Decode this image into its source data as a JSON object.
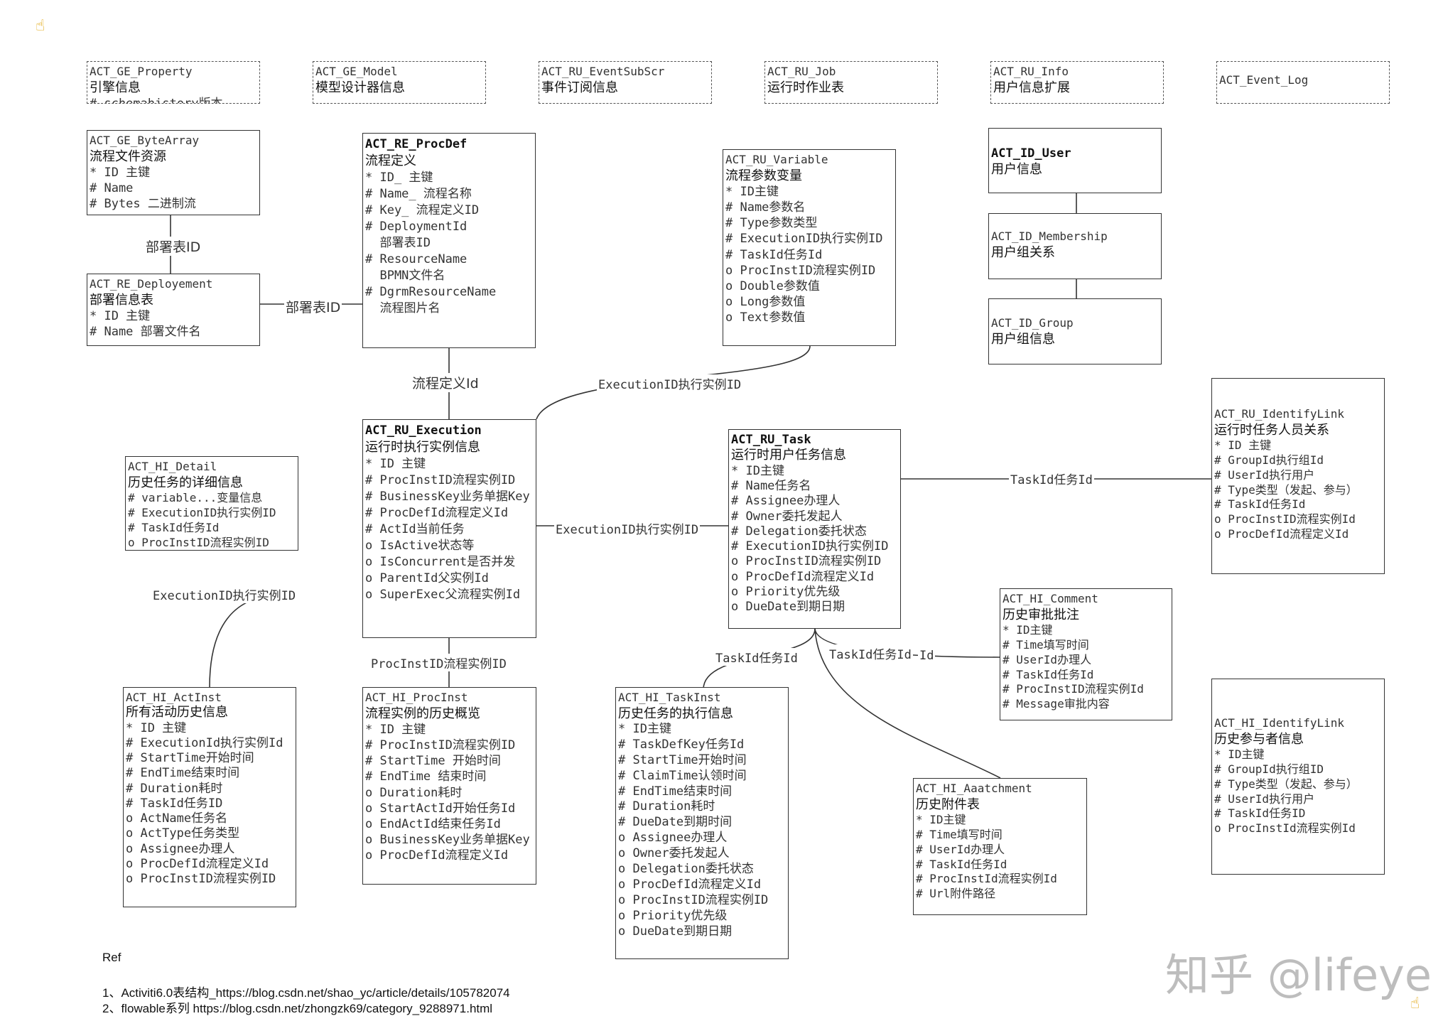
{
  "boxes": {
    "ge_property": {
      "title": "ACT_GE_Property",
      "subtitle": "引擎信息",
      "fields": [
        "# schemahistory版本"
      ]
    },
    "ge_model": {
      "title": "ACT_GE_Model",
      "subtitle": "模型设计器信息",
      "fields": []
    },
    "ru_eventsubscr": {
      "title": "ACT_RU_EventSubScr",
      "subtitle": "事件订阅信息",
      "fields": []
    },
    "ru_job": {
      "title": "ACT_RU_Job",
      "subtitle": "运行时作业表",
      "fields": []
    },
    "ru_info": {
      "title": "ACT_RU_Info",
      "subtitle": "用户信息扩展",
      "fields": []
    },
    "event_log": {
      "title": "ACT_Event_Log",
      "subtitle": "",
      "fields": []
    },
    "ge_bytearray": {
      "title": "ACT_GE_ByteArray",
      "subtitle": "流程文件资源",
      "fields": [
        "* ID 主键",
        "# Name",
        "# Bytes 二进制流"
      ]
    },
    "re_deployment": {
      "title": "ACT_RE_Deployement",
      "subtitle": "部署信息表",
      "fields": [
        "* ID 主键",
        "# Name 部署文件名"
      ]
    },
    "re_procdef": {
      "title": "ACT_RE_ProcDef",
      "subtitle": "流程定义",
      "fields": [
        "* ID_ 主键",
        "# Name_ 流程名称",
        "# Key_ 流程定义ID",
        "# DeploymentId",
        "  部署表ID",
        "# ResourceName",
        "  BPMN文件名",
        "# DgrmResourceName",
        "  流程图片名"
      ]
    },
    "ru_variable": {
      "title": "ACT_RU_Variable",
      "subtitle": "流程参数变量",
      "fields": [
        "* ID主键",
        "# Name参数名",
        "# Type参数类型",
        "# ExecutionID执行实例ID",
        "# TaskId任务Id",
        "o ProcInstID流程实例ID",
        "o Double参数值",
        "o Long参数值",
        "o Text参数值"
      ]
    },
    "id_user": {
      "title": "ACT_ID_User",
      "subtitle": "用户信息",
      "fields": []
    },
    "id_membership": {
      "title": "ACT_ID_Membership",
      "subtitle": "用户组关系",
      "fields": []
    },
    "id_group": {
      "title": "ACT_ID_Group",
      "subtitle": "用户组信息",
      "fields": []
    },
    "hi_detail": {
      "title": "ACT_HI_Detail",
      "subtitle": "历史任务的详细信息",
      "fields": [
        "# variable...变量信息",
        "# ExecutionID执行实例ID",
        "# TaskId任务Id",
        "o ProcInstID流程实例ID"
      ]
    },
    "ru_execution": {
      "title": "ACT_RU_Execution",
      "subtitle": "运行时执行实例信息",
      "fields": [
        "* ID 主键",
        "# ProcInstID流程实例ID",
        "# BusinessKey业务单据Key",
        "# ProcDefId流程定义Id",
        "# ActId当前任务",
        "o IsActive状态等",
        "o IsConcurrent是否并发",
        "o ParentId父实例Id",
        "o SuperExec父流程实例Id"
      ]
    },
    "ru_task": {
      "title": "ACT_RU_Task",
      "subtitle": "运行时用户任务信息",
      "fields": [
        "* ID主键",
        "# Name任务名",
        "# Assignee办理人",
        "# Owner委托发起人",
        "# Delegation委托状态",
        "# ExecutionID执行实例ID",
        "o ProcInstID流程实例ID",
        "o ProcDefId流程定义Id",
        "o Priority优先级",
        "o DueDate到期日期"
      ]
    },
    "ru_identitylink": {
      "title": "ACT_RU_IdentifyLink",
      "subtitle": "运行时任务人员关系",
      "fields": [
        "* ID 主键",
        "# GroupId执行组Id",
        "# UserId执行用户",
        "# Type类型（发起、参与）",
        "# TaskId任务Id",
        "o ProcInstID流程实例Id",
        "o ProcDefId流程定义Id"
      ]
    },
    "hi_comment": {
      "title": "ACT_HI_Comment",
      "subtitle": "历史审批批注",
      "fields": [
        "* ID主键",
        "# Time填写时间",
        "# UserId办理人",
        "# TaskId任务Id",
        "# ProcInstID流程实例Id",
        "# Message审批内容"
      ]
    },
    "hi_actinst": {
      "title": "ACT_HI_ActInst",
      "subtitle": "所有活动历史信息",
      "fields": [
        "* ID 主键",
        "# ExecutionId执行实例Id",
        "# StartTime开始时间",
        "# EndTime结束时间",
        "# Duration耗时",
        "# TaskId任务ID",
        "o ActName任务名",
        "o ActType任务类型",
        "o Assignee办理人",
        "o ProcDefId流程定义Id",
        "o ProcInstID流程实例ID"
      ]
    },
    "hi_procinst": {
      "title": "ACT_HI_ProcInst",
      "subtitle": "流程实例的历史概览",
      "fields": [
        "* ID 主键",
        "# ProcInstID流程实例ID",
        "# StartTime 开始时间",
        "# EndTime 结束时间",
        "o Duration耗时",
        "o StartActId开始任务Id",
        "o EndActId结束任务Id",
        "o BusinessKey业务单据Key",
        "o ProcDefId流程定义Id"
      ]
    },
    "hi_taskinst": {
      "title": "ACT_HI_TaskInst",
      "subtitle": "历史任务的执行信息",
      "fields": [
        "* ID主键",
        "# TaskDefKey任务Id",
        "# StartTime开始时间",
        "# ClaimTime认领时间",
        "# EndTime结束时间",
        "# Duration耗时",
        "# DueDate到期时间",
        "o Assignee办理人",
        "o Owner委托发起人",
        "o Delegation委托状态",
        "o ProcDefId流程定义Id",
        "o ProcInstID流程实例ID",
        "o Priority优先级",
        "o DueDate到期日期"
      ]
    },
    "hi_attachment": {
      "title": "ACT_HI_Aaatchment",
      "subtitle": "历史附件表",
      "fields": [
        "* ID主键",
        "# Time填写时间",
        "# UserId办理人",
        "# TaskId任务Id",
        "# ProcInstId流程实例Id",
        "# Url附件路径"
      ]
    },
    "hi_identitylink": {
      "title": "ACT_HI_IdentifyLink",
      "subtitle": "历史参与者信息",
      "fields": [
        "* ID主键",
        "# GroupId执行组ID",
        "# Type类型（发起、参与）",
        "# UserId执行用户",
        "# TaskId任务ID",
        "o ProcInstId流程实例Id"
      ]
    }
  },
  "edge_labels": {
    "bytearray_deploy": "部署表ID",
    "deploy_procdef": "部署表ID",
    "procdef_exec": "流程定义Id",
    "var_exec": "ExecutionID执行实例ID",
    "exec_task": "ExecutionID执行实例ID",
    "task_identity": "TaskId任务Id",
    "detail_actinst": "ExecutionID执行实例ID",
    "exec_procinst": "ProcInstID流程实例ID",
    "task_taskinst": "TaskId任务Id",
    "task_comment": "TaskId任务Id",
    "task_comment_suffix": "Id"
  },
  "ref": {
    "heading": "Ref",
    "items": [
      "1、Activiti6.0表结构_https://blog.csdn.net/shao_yc/article/details/105782074",
      "2、flowable系列 https://blog.csdn.net/zhongzk69/category_9288971.html"
    ]
  },
  "watermark": "知乎 @lifeye",
  "icons": {
    "top_left": "hand-pointer-icon",
    "bottom_right": "hand-pointer-icon"
  }
}
